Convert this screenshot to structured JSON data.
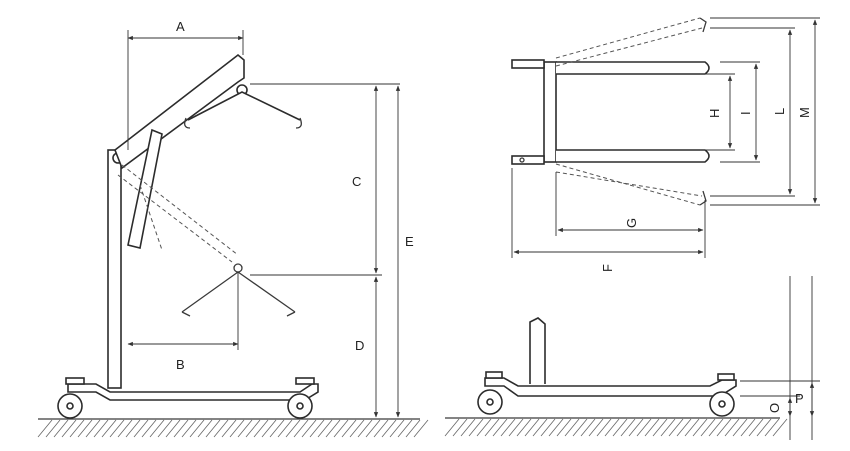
{
  "labels": {
    "A": "A",
    "B": "B",
    "C": "C",
    "D": "D",
    "E": "E",
    "F": "F",
    "G": "G",
    "H": "H",
    "I": "I",
    "L": "L",
    "M": "M",
    "O": "O",
    "P": "P"
  },
  "colors": {
    "line": "#3a3a3a",
    "background": "#ffffff",
    "ground": "#666666"
  }
}
